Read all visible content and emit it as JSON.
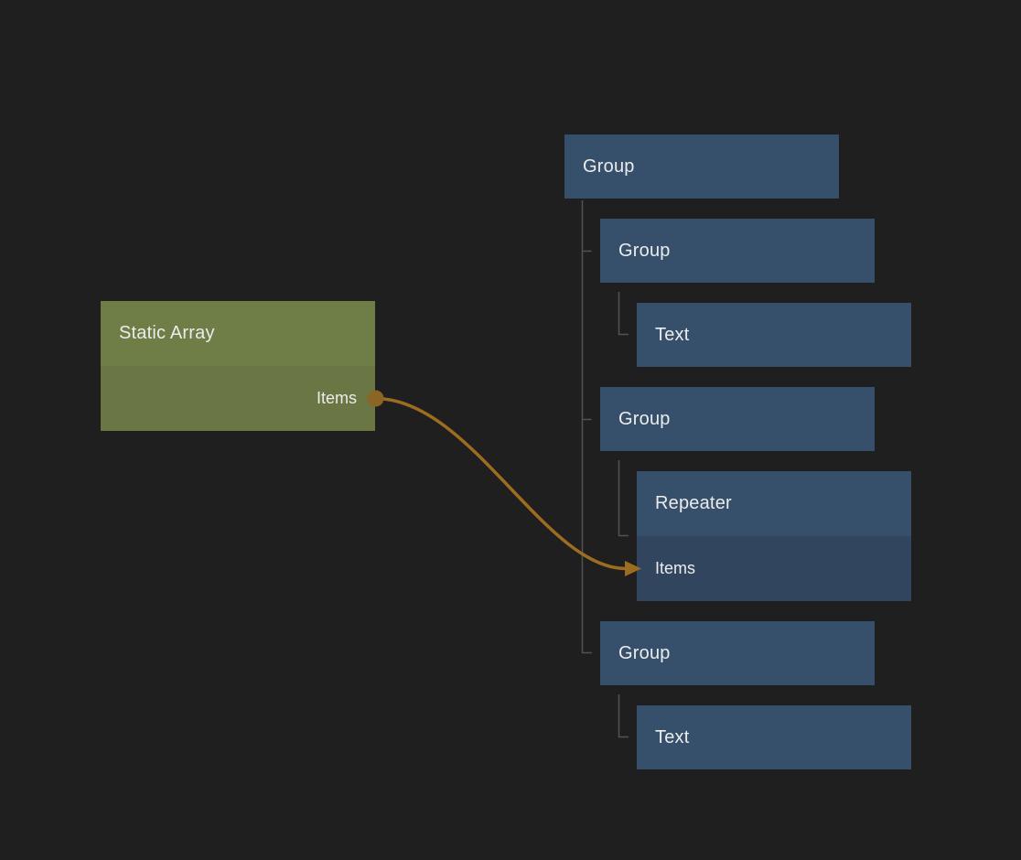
{
  "palette": {
    "background": "#1f1f1f",
    "node_blue_header": "#364f6b",
    "node_blue_row": "#31465e",
    "node_green_header": "#6f7d47",
    "node_green_row": "#6a7643",
    "tree_line": "#525252",
    "wire": "#9c6d20",
    "port_dot": "#8a6524",
    "text": "#ececec"
  },
  "nodes": {
    "static_array": {
      "title": "Static Array",
      "output_port": "Items"
    },
    "group_root": {
      "title": "Group"
    },
    "group_a": {
      "title": "Group"
    },
    "text_a": {
      "title": "Text"
    },
    "group_b": {
      "title": "Group"
    },
    "repeater": {
      "title": "Repeater",
      "input_port": "Items"
    },
    "group_c": {
      "title": "Group"
    },
    "text_c": {
      "title": "Text"
    }
  },
  "connection": {
    "from_node": "Static Array",
    "from_port": "Items",
    "to_node": "Repeater",
    "to_port": "Items"
  }
}
